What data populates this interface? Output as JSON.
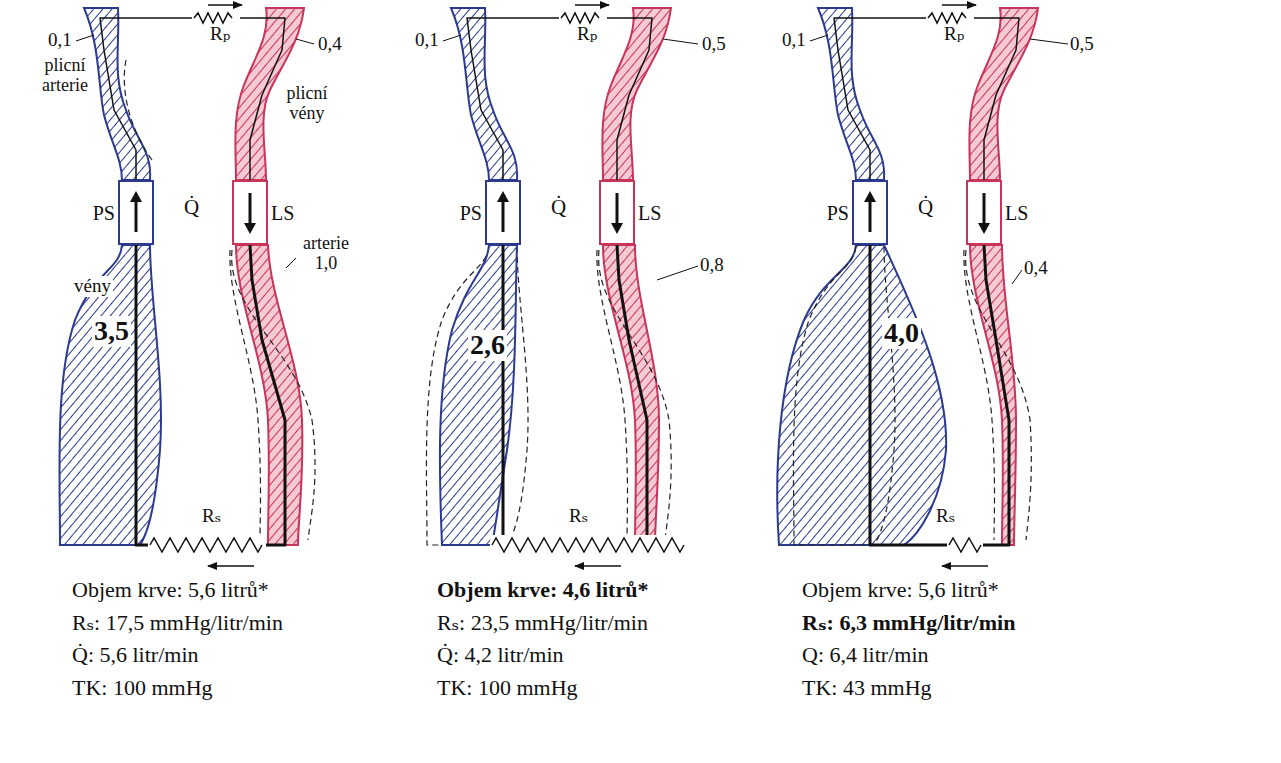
{
  "diagram": {
    "nodes": [
      {
        "text": [
          "PS"
        ]
      },
      {
        "text": [
          "LS"
        ]
      },
      {
        "text": [
          "PS"
        ]
      },
      {
        "text": [
          "LS"
        ]
      },
      {
        "text": [
          "PS"
        ]
      },
      {
        "text": [
          "LS"
        ]
      }
    ],
    "edges": [
      {
        "from": 0,
        "to": 1,
        "arrow": "none"
      },
      {
        "from": 1,
        "to": 0,
        "arrow": "none"
      },
      {
        "from": 2,
        "to": 3,
        "arrow": "none"
      },
      {
        "from": 3,
        "to": 2,
        "arrow": "none"
      },
      {
        "from": 4,
        "to": 5,
        "arrow": "none"
      },
      {
        "from": 5,
        "to": 4,
        "arrow": "none"
      }
    ],
    "labels": [
      "Rₚ",
      "0,1",
      "plicní arterie",
      "0,4",
      "plicní vény",
      "Q̇",
      "arterie 1,0",
      "vény",
      "3,5",
      "Rₛ",
      "Objem krve: 5,6 litrů*",
      "Rₛ: 17,5 mmHg/litr/min",
      "Q̇: 5,6 litr/min",
      "TK: 100 mmHg",
      "Rₚ",
      "0,1",
      "0,5",
      "Q̇",
      "0,8",
      "2,6",
      "Rₛ",
      "Objem krve: 4,6 litrů*",
      "Rₛ: 23,5 mmHg/litr/min",
      "Q̇: 4,2 litr/min",
      "TK: 100 mmHg",
      "Rₚ",
      "0,1",
      "0,5",
      "Q̇",
      "0,4",
      "4,0",
      "Rₛ",
      "Objem krve: 5,6 litrů*",
      "Rₛ: 6,3 mmHg/litr/min",
      "Q: 6,4 litr/min",
      "TK: 43 mmHg"
    ]
  }
}
